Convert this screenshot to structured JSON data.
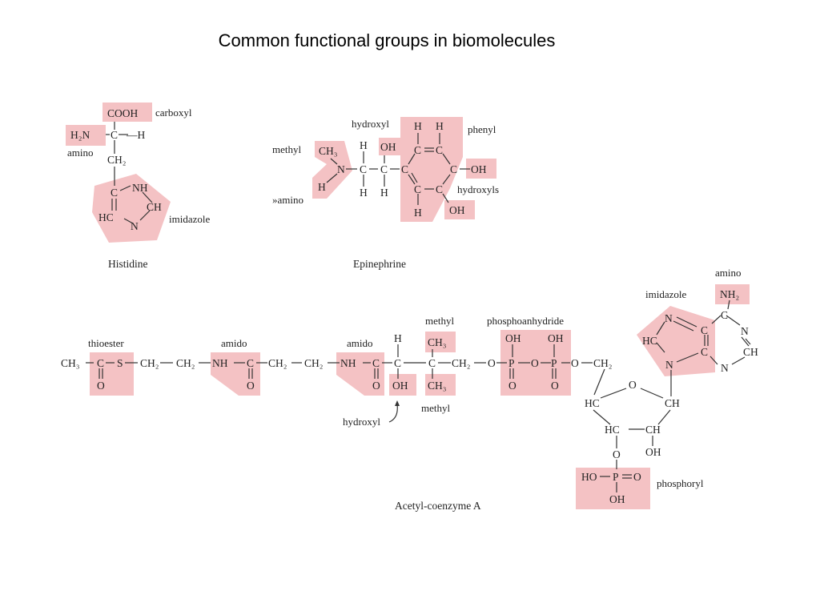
{
  "title": "Common functional groups in biomolecules",
  "highlight_color": "#f4c2c4",
  "molecules": {
    "histidine": {
      "name": "Histidine",
      "labels": {
        "carboxyl": "carboxyl",
        "amino": "amino",
        "imidazole": "imidazole"
      },
      "atoms": {
        "cooh": "COOH",
        "h2n": "H₂N",
        "bond_h": "—",
        "c_alpha": "C",
        "h": "—H",
        "ch2": "CH₂",
        "ring_c": "C",
        "ring_nh": "NH",
        "ring_ch": "CH",
        "ring_hc": "HC",
        "ring_n": "N"
      }
    },
    "epinephrine": {
      "name": "Epinephrine",
      "labels": {
        "hydroxyl": "hydroxyl",
        "phenyl": "phenyl",
        "methyl": "methyl",
        "amino": "»amino",
        "hydroxyls": "hydroxyls"
      },
      "atoms": {
        "h_top1": "H",
        "h_top2": "H",
        "ch3": "CH₃",
        "h_c1_top": "H",
        "oh_top": "OH",
        "n": "N",
        "c1": "C",
        "c2": "C",
        "h_n": "H",
        "h_c1_bot": "H",
        "h_c2_bot": "H",
        "r_c_top_left": "C",
        "r_c_top_right": "C",
        "r_c_left": "C",
        "r_c_right": "C",
        "r_c_bot_left": "C",
        "r_c_bot_right": "C",
        "oh_right": "OH",
        "oh_bot": "OH",
        "h_bot": "H"
      }
    },
    "acetyl_coa": {
      "name": "Acetyl-coenzyme A",
      "labels": {
        "thioester": "thioester",
        "amido1": "amido",
        "amido2": "amido",
        "methyl_top": "methyl",
        "phosphoanhydride": "phosphoanhydride",
        "imidazole": "imidazole",
        "amino": "amino",
        "hydroxyl": "hydroxyl",
        "methyl_bot": "methyl",
        "phosphoryl": "phosphoryl"
      },
      "atoms": {
        "ch3": "CH₃",
        "c1": "C",
        "s": "S",
        "ch2a": "CH₂",
        "ch2b": "CH₂",
        "nh1": "NH",
        "c2": "C",
        "ch2c": "CH₂",
        "ch2d": "CH₂",
        "nh2": "NH",
        "c3": "C",
        "c4": "C",
        "c5": "C",
        "ch2e": "CH₂",
        "o1": "O",
        "p1": "P",
        "o2": "O",
        "p2": "P",
        "o3": "O",
        "ch2f": "CH₂",
        "o_c1": "O",
        "o_c2": "O",
        "o_c3": "O",
        "h_c4": "H",
        "oh_c4": "OH",
        "ch3_top": "CH₃",
        "ch3_bot": "CH₃",
        "oh_p1_top": "OH",
        "oh_p2_top": "OH",
        "o_p1_bot": "O",
        "o_p2_bot": "O",
        "nh2_amino": "NH₂",
        "a_n1": "N",
        "a_c_top": "C",
        "a_n_top": "N",
        "a_c_mid1": "C",
        "a_ch": "CH",
        "a_hc": "HC",
        "a_c_mid2": "C",
        "a_n_bot": "N",
        "a_n_left": "N",
        "ring_o": "O",
        "hc1": "HC",
        "ch1": "CH",
        "hc2": "HC",
        "ch2g": "CH",
        "oh_sugar": "OH",
        "o_link": "O",
        "ho": "HO",
        "p3": "P",
        "o_p3": "O",
        "oh_p3": "OH"
      }
    }
  }
}
